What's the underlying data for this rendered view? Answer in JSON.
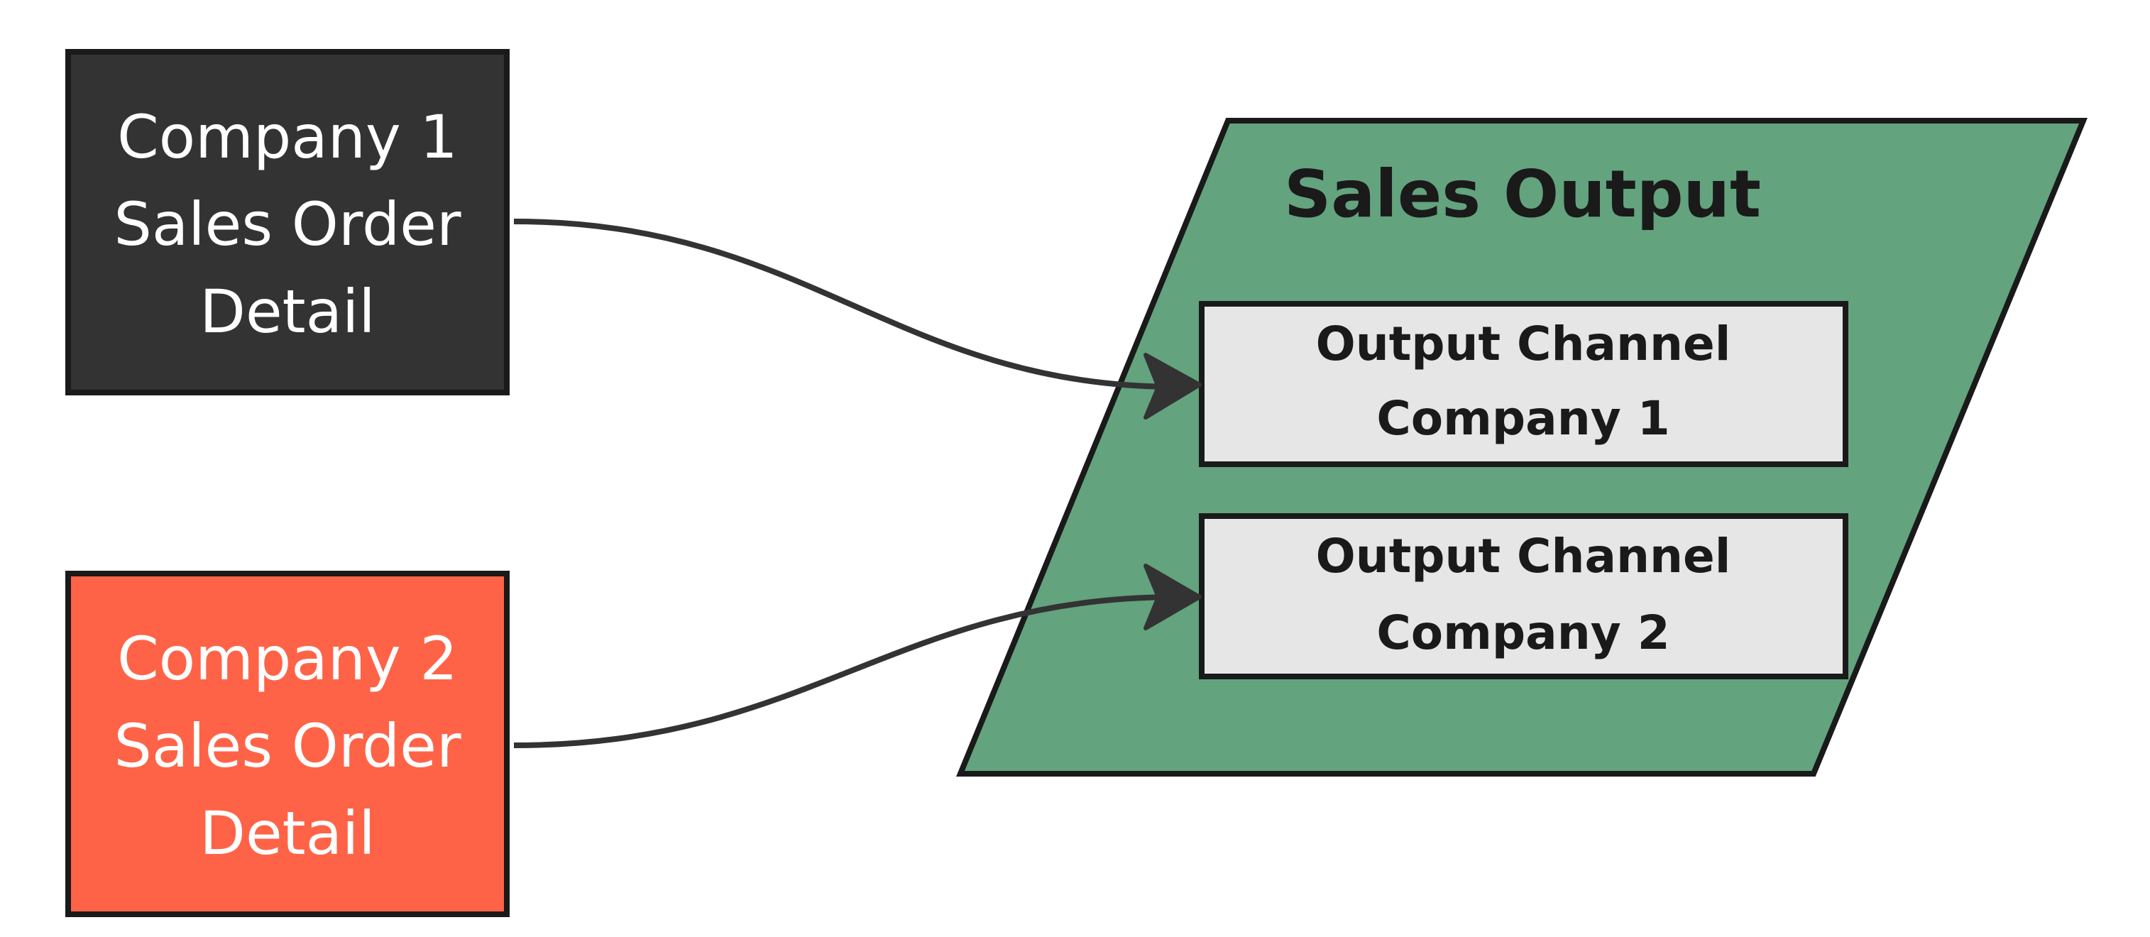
{
  "nodes": {
    "company1": {
      "lines": [
        "Company 1",
        "Sales Order",
        "Detail"
      ],
      "fill": "#333333",
      "text_color": "#ffffff"
    },
    "company2": {
      "lines": [
        "Company 2",
        "Sales Order",
        "Detail"
      ],
      "fill": "#ff6347",
      "text_color": "#ffffff"
    },
    "sales_output": {
      "title": "Sales Output",
      "fill": "#63a37e",
      "text_color": "#1a1a1a"
    },
    "channel1": {
      "lines": [
        "Output Channel",
        "Company 1"
      ],
      "fill": "#e6e6e6",
      "text_color": "#1a1a1a"
    },
    "channel2": {
      "lines": [
        "Output Channel",
        "Company 2"
      ],
      "fill": "#e6e6e6",
      "text_color": "#1a1a1a"
    }
  },
  "edges": [
    {
      "from": "company1",
      "to": "channel1"
    },
    {
      "from": "company2",
      "to": "channel2"
    }
  ],
  "colors": {
    "stroke": "#1a1a1a",
    "edge": "#333333",
    "background": "#ffffff"
  }
}
